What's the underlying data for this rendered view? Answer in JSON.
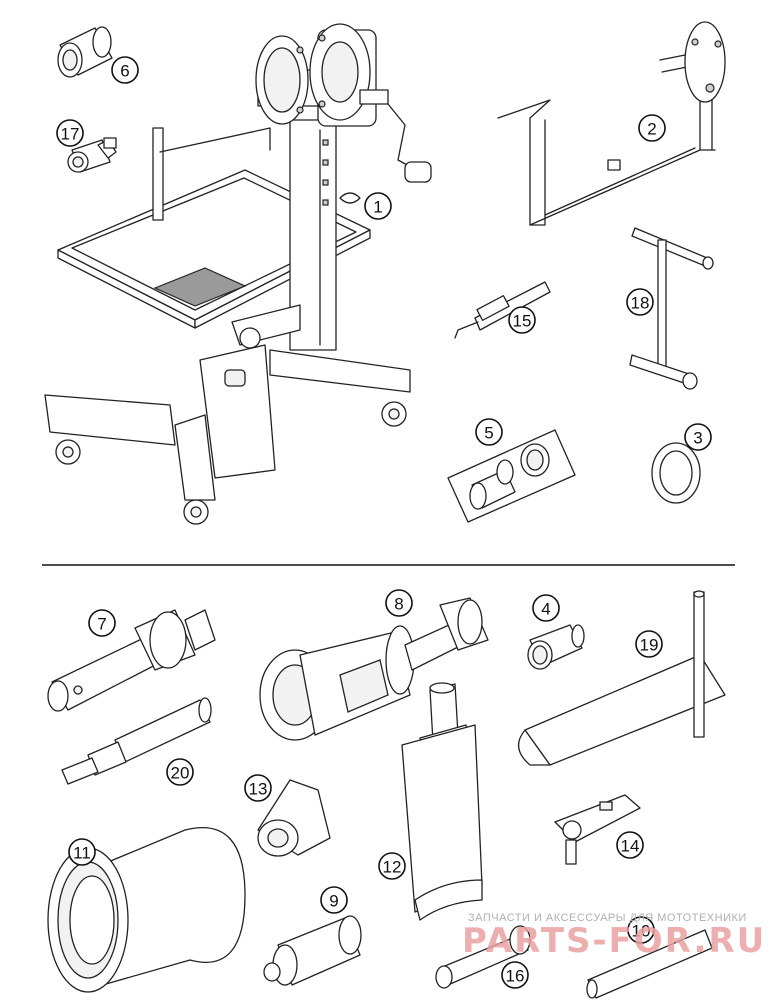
{
  "diagram": {
    "callouts": [
      "1",
      "2",
      "3",
      "4",
      "5",
      "6",
      "7",
      "8",
      "9",
      "10",
      "11",
      "12",
      "13",
      "14",
      "15",
      "16",
      "17",
      "18",
      "19",
      "20"
    ]
  },
  "watermark": {
    "caption": "ЗАПЧАСТИ И АКСЕССУАРЫ ДЛЯ МОТОТЕХНИКИ",
    "brand": "PARTS-FOR.RU",
    "color": "#e9a1a1"
  }
}
